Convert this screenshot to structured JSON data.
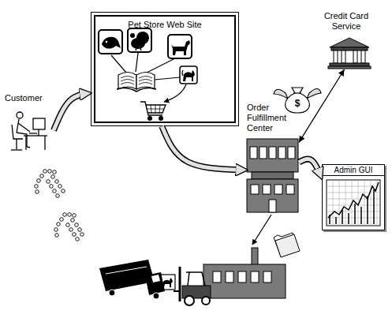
{
  "diagram": {
    "nodes": [
      {
        "text": [
          "Pet Store Web Site"
        ]
      },
      {
        "text": [
          "Credit Card Service"
        ]
      },
      {
        "text": [
          "Customer"
        ]
      },
      {
        "text": [
          "Order Fulfillment Center"
        ]
      },
      {
        "text": [
          "Admin GUI"
        ]
      }
    ],
    "edges": [
      {
        "from": 2,
        "to": 0,
        "arrow": "to"
      },
      {
        "from": 0,
        "to": 3,
        "arrow": "to"
      },
      {
        "from": 3,
        "to": 1,
        "arrow": "both"
      },
      {
        "from": 3,
        "to": 4,
        "arrow": "to"
      }
    ],
    "labels": [
      "$"
    ]
  }
}
